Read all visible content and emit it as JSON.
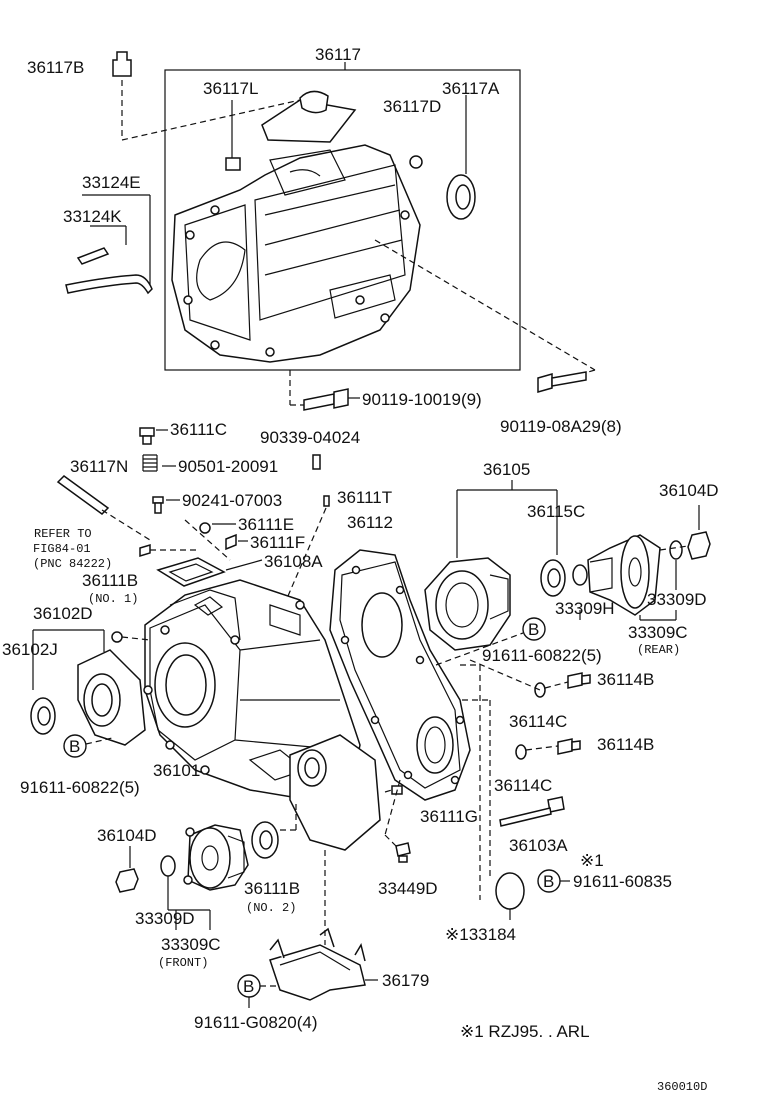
{
  "labels": {
    "l_36117B": "36117B",
    "l_36117": "36117",
    "l_36117L": "36117L",
    "l_36117D": "36117D",
    "l_36117A": "36117A",
    "l_33124E": "33124E",
    "l_33124K": "33124K",
    "l_90119_10019": "90119-10019(9)",
    "l_90119_08A29": "90119-08A29(8)",
    "l_36111C": "36111C",
    "l_90339": "90339-04024",
    "l_36117N": "36117N",
    "l_90501": "90501-20091",
    "l_90241": "90241-07003",
    "l_36111T": "36111T",
    "l_36105": "36105",
    "l_36104D_r": "36104D",
    "l_36111E": "36111E",
    "l_36111F": "36111F",
    "l_36112": "36112",
    "l_36115C": "36115C",
    "l_refer_1": "REFER TO",
    "l_refer_2": "FIG84-01",
    "l_refer_3": "(PNC 84222)",
    "l_36108A": "36108A",
    "l_36111B_1": "36111B",
    "l_no1": "(NO. 1)",
    "l_36102D": "36102D",
    "l_33309H": "33309H",
    "l_33309D_r": "33309D",
    "l_36102J": "36102J",
    "l_33309C_r": "33309C",
    "l_rear": "(REAR)",
    "l_91611_60822_r": "91611-60822(5)",
    "l_36114B_1": "36114B",
    "l_36114C_1": "36114C",
    "l_36114B_2": "36114B",
    "l_36101": "36101",
    "l_91611_60822_l": "91611-60822(5)",
    "l_36114C_2": "36114C",
    "l_36111G": "36111G",
    "l_36103A": "36103A",
    "l_36104D_l": "36104D",
    "l_mark1": "※1",
    "l_91611_60835": "91611-60835",
    "l_36111B_2": "36111B",
    "l_no2": "(NO. 2)",
    "l_33449D": "33449D",
    "l_33309D_l": "33309D",
    "l_133184": "※133184",
    "l_33309C_l": "33309C",
    "l_front": "(FRONT)",
    "l_36179": "36179",
    "l_91611_G0820": "91611-G0820(4)",
    "l_note": "※1  RZJ95. . ARL",
    "l_code": "360010D",
    "b": "B"
  }
}
